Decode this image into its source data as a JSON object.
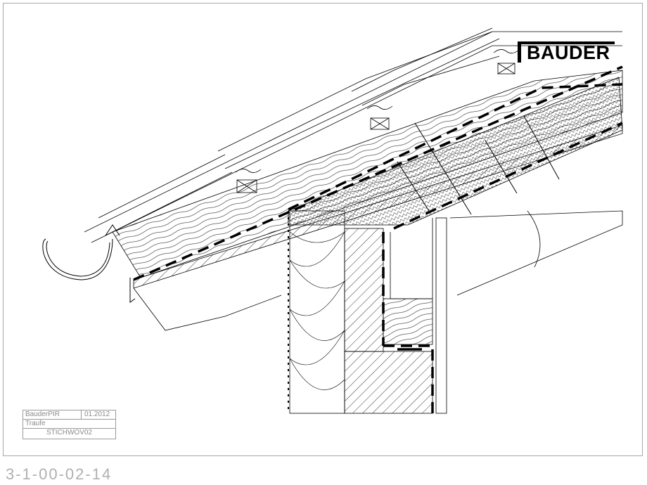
{
  "brand": {
    "name": "BAUDER"
  },
  "title_block": {
    "product": "BauderPIR",
    "date": "01.2012",
    "subject": "Traufe",
    "code": "STICHWOV02"
  },
  "drawing_number": "3-1-00-02-14",
  "colors": {
    "line": "#000000",
    "frame": "#a8a8a8",
    "muted_text": "#8a8a8a"
  },
  "icons": [
    "bauder-logo-icon",
    "gutter-icon",
    "roof-tile-icon",
    "insulation-icon"
  ]
}
